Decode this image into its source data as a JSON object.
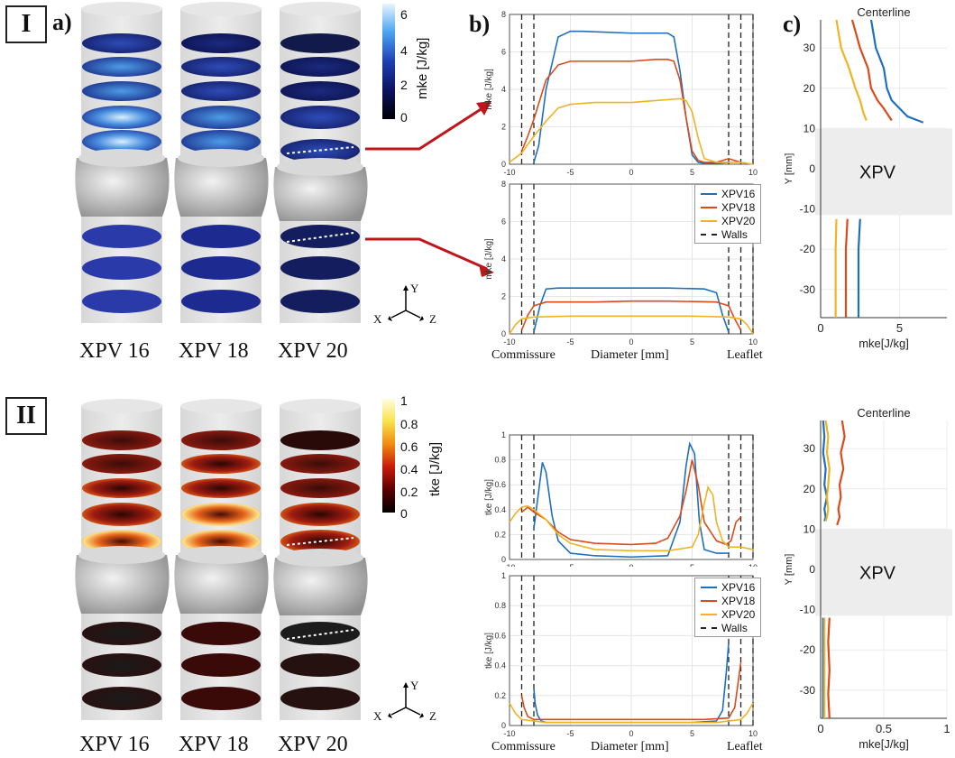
{
  "panels": {
    "top": {
      "label": "I",
      "sub_a": "a)",
      "sub_b": "b)",
      "sub_c": "c)"
    },
    "bottom": {
      "label": "II"
    }
  },
  "cylinders": [
    "XPV 16",
    "XPV 18",
    "XPV 20"
  ],
  "colorbars": {
    "mke": {
      "title": "mke [J/kg]",
      "ticks": [
        "6",
        "4",
        "2",
        "0"
      ],
      "colors": [
        "#000000",
        "#0b1360",
        "#1f3fb4",
        "#4aa3f0",
        "#e8f6ff"
      ]
    },
    "tke": {
      "title": "tke [J/kg]",
      "ticks": [
        "1",
        "0.8",
        "0.6",
        "0.4",
        "0.2",
        "0"
      ],
      "colors": [
        "#000000",
        "#5a0000",
        "#c81a0a",
        "#f08a10",
        "#f9e24a",
        "#fffde0"
      ]
    }
  },
  "axes_triad": {
    "x": "X",
    "y": "Y",
    "z": "Z"
  },
  "profile_labels": {
    "commissure": "Commissure",
    "diameter": "Diameter [mm]",
    "leaflet": "Leaflet"
  },
  "centerline_labels": {
    "title": "Centerline",
    "xpv": "XPV",
    "ylabel": "Y [mm]",
    "xlabel": "mke[J/kg]"
  },
  "series_colors": {
    "XPV16": "#1f6fbf",
    "XPV18": "#d94b1a",
    "XPV20": "#f0b323",
    "Walls": "#222222"
  },
  "chart_data": [
    {
      "type": "line",
      "id": "mke_upper",
      "ylabel": "mke [J/kg]",
      "xlim": [
        -10,
        10
      ],
      "ylim": [
        0,
        8
      ],
      "xticks": [
        -10,
        -5,
        0,
        5,
        10
      ],
      "yticks": [
        0,
        2,
        4,
        6,
        8
      ],
      "walls": [
        -9,
        -8,
        8,
        9,
        10
      ],
      "series": [
        {
          "name": "XPV16",
          "x": [
            -8,
            -7.6,
            -7,
            -6,
            -5,
            -4,
            0,
            3,
            3.5,
            4,
            4.5,
            5,
            5.5,
            6,
            7,
            8
          ],
          "y": [
            0.1,
            1,
            4,
            6.8,
            7.1,
            7.1,
            7.0,
            7.0,
            6.8,
            5,
            2.5,
            0.5,
            0.1,
            0.05,
            0.05,
            0.1
          ]
        },
        {
          "name": "XPV18",
          "x": [
            -9,
            -8.5,
            -8,
            -7,
            -6,
            -5,
            -3,
            0,
            2,
            3,
            3.5,
            4,
            4.5,
            5,
            5.5,
            6,
            7,
            8,
            9
          ],
          "y": [
            0.7,
            1.5,
            2.4,
            4.5,
            5.3,
            5.5,
            5.5,
            5.5,
            5.6,
            5.6,
            5.5,
            4.5,
            2.5,
            0.7,
            0.2,
            0.1,
            0.1,
            0.3,
            0.1
          ]
        },
        {
          "name": "XPV20",
          "x": [
            -10,
            -9,
            -8,
            -7,
            -6,
            -5,
            -3,
            0,
            2,
            4,
            4.5,
            5,
            5.5,
            6,
            7,
            8,
            9,
            10
          ],
          "y": [
            0.1,
            0.6,
            1.5,
            2.3,
            3.0,
            3.2,
            3.3,
            3.3,
            3.4,
            3.5,
            3.4,
            2.8,
            1.4,
            0.3,
            0.1,
            0.1,
            0.1,
            0.0
          ]
        }
      ]
    },
    {
      "type": "line",
      "id": "mke_lower",
      "ylabel": "mke [J/kg]",
      "xlim": [
        -10,
        10
      ],
      "ylim": [
        0,
        8
      ],
      "xticks": [
        -10,
        -5,
        0,
        5,
        10
      ],
      "yticks": [
        0,
        2,
        4,
        6,
        8
      ],
      "walls": [
        -9,
        -8,
        8,
        9,
        10
      ],
      "series": [
        {
          "name": "XPV16",
          "x": [
            -8,
            -7.5,
            -7,
            -6,
            -3,
            0,
            3,
            6,
            7,
            7.5,
            8
          ],
          "y": [
            0.1,
            1.5,
            2.4,
            2.45,
            2.45,
            2.45,
            2.45,
            2.4,
            2.2,
            1.0,
            0.1
          ]
        },
        {
          "name": "XPV18",
          "x": [
            -9,
            -8.5,
            -8,
            -7,
            -3,
            0,
            3,
            7,
            8,
            8.5,
            9
          ],
          "y": [
            0.2,
            1.0,
            1.5,
            1.7,
            1.7,
            1.75,
            1.75,
            1.7,
            1.5,
            0.8,
            0.2
          ]
        },
        {
          "name": "XPV20",
          "x": [
            -10,
            -9.5,
            -9,
            -8,
            -5,
            0,
            5,
            8,
            9,
            9.5,
            10
          ],
          "y": [
            0.0,
            0.5,
            0.8,
            0.9,
            0.95,
            0.95,
            0.95,
            0.9,
            0.8,
            0.5,
            0.0
          ]
        }
      ]
    },
    {
      "type": "line",
      "id": "tke_upper",
      "ylabel": "tke [J/kg]",
      "xlim": [
        -10,
        10
      ],
      "ylim": [
        0,
        1
      ],
      "xticks": [
        -10,
        -5,
        0,
        5,
        10
      ],
      "yticks": [
        0,
        0.2,
        0.4,
        0.6,
        0.8,
        1
      ],
      "walls": [
        -9,
        -8,
        8,
        9,
        10
      ],
      "series": [
        {
          "name": "XPV16",
          "x": [
            -8,
            -7.6,
            -7.3,
            -7,
            -6.5,
            -6,
            -5,
            -3,
            0,
            3,
            4,
            4.5,
            4.8,
            5.2,
            5.6,
            6,
            7,
            8
          ],
          "y": [
            0.25,
            0.55,
            0.78,
            0.7,
            0.35,
            0.15,
            0.05,
            0.03,
            0.02,
            0.03,
            0.3,
            0.75,
            0.93,
            0.85,
            0.3,
            0.08,
            0.05,
            0.05
          ]
        },
        {
          "name": "XPV18",
          "x": [
            -9,
            -8.5,
            -8,
            -7,
            -6,
            -5,
            -3,
            0,
            2,
            3,
            4,
            4.5,
            5,
            5.5,
            6,
            7,
            7.8,
            8.2,
            8.6,
            9
          ],
          "y": [
            0.38,
            0.42,
            0.38,
            0.32,
            0.22,
            0.16,
            0.13,
            0.12,
            0.13,
            0.17,
            0.35,
            0.55,
            0.8,
            0.6,
            0.3,
            0.15,
            0.12,
            0.15,
            0.3,
            0.34
          ]
        },
        {
          "name": "XPV20",
          "x": [
            -10,
            -9.5,
            -9,
            -8.5,
            -8,
            -7,
            -6,
            -5,
            -3,
            0,
            3,
            5,
            5.5,
            6,
            6.3,
            6.7,
            7,
            7.5,
            8,
            9,
            10
          ],
          "y": [
            0.3,
            0.37,
            0.42,
            0.43,
            0.4,
            0.32,
            0.2,
            0.13,
            0.08,
            0.07,
            0.07,
            0.1,
            0.2,
            0.45,
            0.58,
            0.52,
            0.3,
            0.15,
            0.1,
            0.1,
            0.08
          ]
        }
      ]
    },
    {
      "type": "line",
      "id": "tke_lower",
      "ylabel": "tke [J/kg]",
      "xlim": [
        -10,
        10
      ],
      "ylim": [
        0,
        1
      ],
      "xticks": [
        -10,
        -5,
        0,
        5,
        10
      ],
      "yticks": [
        0,
        0.2,
        0.4,
        0.6,
        0.8,
        1
      ],
      "walls": [
        -9,
        -8,
        8,
        9,
        10
      ],
      "series": [
        {
          "name": "XPV16",
          "x": [
            -8,
            -7.9,
            -7.7,
            -7.4,
            -7,
            -5,
            0,
            5,
            7,
            7.5,
            7.8,
            8
          ],
          "y": [
            0.25,
            0.15,
            0.07,
            0.03,
            0.02,
            0.02,
            0.02,
            0.02,
            0.03,
            0.1,
            0.35,
            0.55
          ]
        },
        {
          "name": "XPV18",
          "x": [
            -9,
            -8.8,
            -8.5,
            -8,
            -6,
            0,
            6,
            8,
            8.5,
            8.8,
            9
          ],
          "y": [
            0.2,
            0.12,
            0.06,
            0.04,
            0.04,
            0.04,
            0.04,
            0.05,
            0.12,
            0.3,
            0.42
          ]
        },
        {
          "name": "XPV20",
          "x": [
            -10,
            -9.5,
            -9,
            -7,
            0,
            7,
            9,
            9.5,
            10
          ],
          "y": [
            0.15,
            0.08,
            0.04,
            0.02,
            0.02,
            0.02,
            0.04,
            0.08,
            0.15
          ]
        }
      ]
    },
    {
      "type": "line",
      "id": "centerline_mke",
      "xlabel": "mke[J/kg]",
      "ylabel": "Y [mm]",
      "xlim": [
        0,
        8
      ],
      "ylim": [
        -37,
        37
      ],
      "xticks": [
        0,
        5
      ],
      "yticks": [
        -30,
        -20,
        -10,
        0,
        10,
        20,
        30
      ],
      "band": [
        -11.5,
        10
      ],
      "series": [
        {
          "name": "XPV16",
          "segments": [
            {
              "x": [
                3.2,
                3.5,
                4.0,
                4.2,
                4.5,
                5.0,
                5.5,
                6.5
              ],
              "y": [
                37,
                30,
                25,
                20,
                17,
                15,
                13,
                11.5
              ]
            },
            {
              "x": [
                2.5,
                2.4,
                2.4,
                2.4
              ],
              "y": [
                -12.5,
                -20,
                -30,
                -37
              ]
            }
          ]
        },
        {
          "name": "XPV18",
          "segments": [
            {
              "x": [
                2.0,
                2.5,
                3.0,
                3.2,
                3.6,
                4.0,
                4.5
              ],
              "y": [
                37,
                30,
                25,
                20,
                17,
                15,
                12
              ]
            },
            {
              "x": [
                1.7,
                1.6,
                1.6,
                1.6
              ],
              "y": [
                -12.5,
                -20,
                -30,
                -37
              ]
            }
          ]
        },
        {
          "name": "XPV20",
          "segments": [
            {
              "x": [
                1.0,
                1.3,
                1.8,
                2.2,
                2.5,
                2.7,
                2.9
              ],
              "y": [
                37,
                30,
                25,
                20,
                17,
                14,
                12
              ]
            },
            {
              "x": [
                1.0,
                0.95,
                0.95,
                0.95
              ],
              "y": [
                -12.5,
                -20,
                -30,
                -37
              ]
            }
          ]
        }
      ]
    },
    {
      "type": "line",
      "id": "centerline_tke",
      "xlabel": "mke[J/kg]",
      "ylabel": "Y [mm]",
      "xlim": [
        0,
        1
      ],
      "ylim": [
        -37,
        37
      ],
      "xticks": [
        0,
        0.5,
        1
      ],
      "xticklabels": [
        "0",
        "0.5",
        "1"
      ],
      "yticks": [
        -30,
        -20,
        -10,
        0,
        10,
        20,
        30
      ],
      "band": [
        -11.5,
        10
      ],
      "series": [
        {
          "name": "XPV16",
          "segments": [
            {
              "x": [
                0.02,
                0.03,
                0.02,
                0.04,
                0.03,
                0.05,
                0.03,
                0.04,
                0.03
              ],
              "y": [
                37,
                33,
                29,
                25,
                21,
                18,
                15,
                13,
                12
              ]
            },
            {
              "x": [
                0.02,
                0.02,
                0.02,
                0.02
              ],
              "y": [
                -12,
                -20,
                -30,
                -37
              ]
            }
          ]
        },
        {
          "name": "XPV18",
          "segments": [
            {
              "x": [
                0.17,
                0.19,
                0.16,
                0.18,
                0.15,
                0.16,
                0.14,
                0.15,
                0.13
              ],
              "y": [
                37,
                33,
                29,
                25,
                21,
                18,
                15,
                13,
                11
              ]
            },
            {
              "x": [
                0.07,
                0.06,
                0.07,
                0.06,
                0.07
              ],
              "y": [
                -12,
                -18,
                -25,
                -31,
                -37
              ]
            }
          ]
        },
        {
          "name": "XPV20",
          "segments": [
            {
              "x": [
                0.04,
                0.06,
                0.05,
                0.07,
                0.06,
                0.05,
                0.06,
                0.05,
                0.04
              ],
              "y": [
                37,
                33,
                29,
                25,
                21,
                18,
                15,
                13,
                12
              ]
            },
            {
              "x": [
                0.03,
                0.03,
                0.03,
                0.03
              ],
              "y": [
                -12,
                -20,
                -30,
                -37
              ]
            }
          ]
        }
      ]
    }
  ]
}
